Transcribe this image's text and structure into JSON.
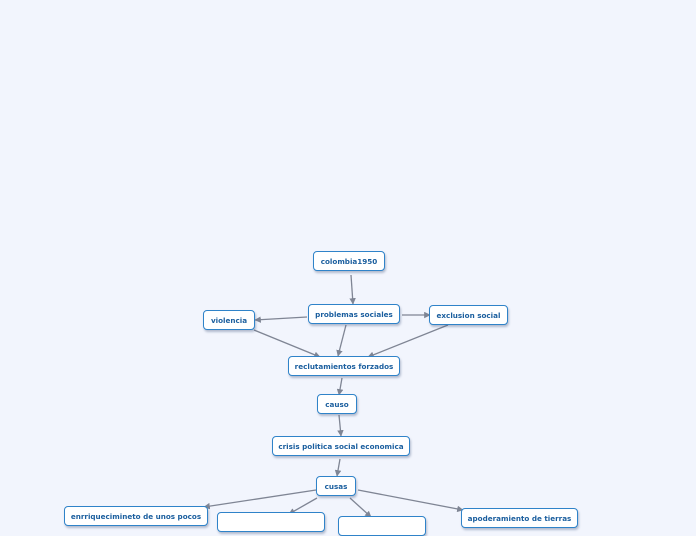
{
  "nodes": {
    "colombia": "colombia1950",
    "problemas": "problemas sociales",
    "violencia": "violencia",
    "exclusion": "exclusion social",
    "reclutamientos": "reclutamientos forzados",
    "causo": "causo",
    "crisis": "crisis politica social economica",
    "cusas": "cusas",
    "enriquecimiento": "enrriquecimineto de unos pocos",
    "child2": "",
    "child3": "",
    "apoderamiento": "apoderamiento de tierras"
  },
  "colors": {
    "background": "#f2f5fd",
    "node_border": "#2f83c9",
    "node_text": "#1a5e9e",
    "connector": "#7f8594"
  }
}
